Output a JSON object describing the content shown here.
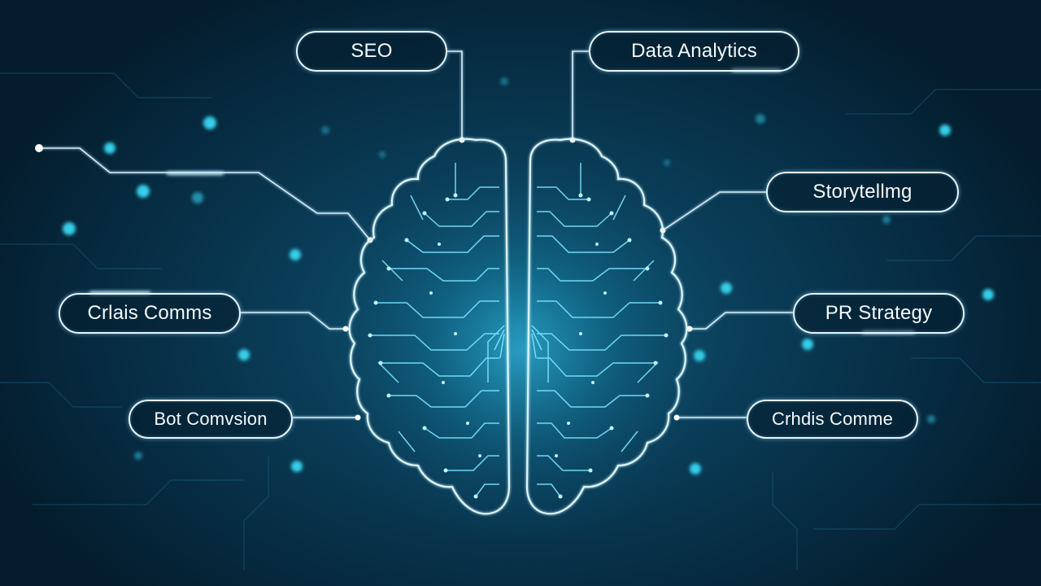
{
  "labels": {
    "seo": "SEO",
    "data_analytics": "Data Analytics",
    "storytelling": "Storytellmg",
    "crisis_comms_left": "Crlais Comms",
    "pr_strategy": "PR Strategy",
    "bot_conversion": "Bot Comvsion",
    "crisis_comms_right": "Crhdis Comme"
  },
  "colors": {
    "background": "#0a3d58",
    "accent": "#5fd8f5",
    "pill_border": "#e6f6ff"
  },
  "icons": {
    "brain": "brain-circuit-icon"
  }
}
